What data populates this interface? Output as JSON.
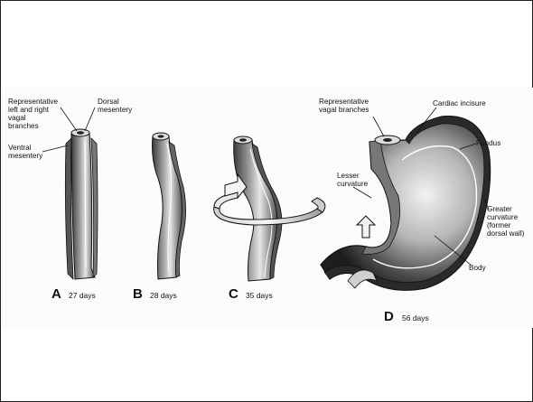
{
  "labels": {
    "rep_vagal_lr_1": "Representative",
    "rep_vagal_lr_2": "left and right",
    "rep_vagal_lr_3": "vagal",
    "rep_vagal_lr_4": "branches",
    "dorsal_1": "Dorsal",
    "dorsal_2": "mesentery",
    "ventral_1": "Ventral",
    "ventral_2": "mesentery",
    "rep_vagal_1": "Representative",
    "rep_vagal_2": "vagal branches",
    "cardiac": "Cardiac incisure",
    "fundus": "Fundus",
    "lesser_1": "Lesser",
    "lesser_2": "curvature",
    "greater_1": "Greater",
    "greater_2": "curvature",
    "greater_3": "(former",
    "greater_4": "dorsal wall)",
    "body": "Body"
  },
  "stages": [
    {
      "letter": "A",
      "days": "27 days"
    },
    {
      "letter": "B",
      "days": "28 days"
    },
    {
      "letter": "C",
      "days": "35 days"
    },
    {
      "letter": "D",
      "days": "56 days"
    }
  ]
}
